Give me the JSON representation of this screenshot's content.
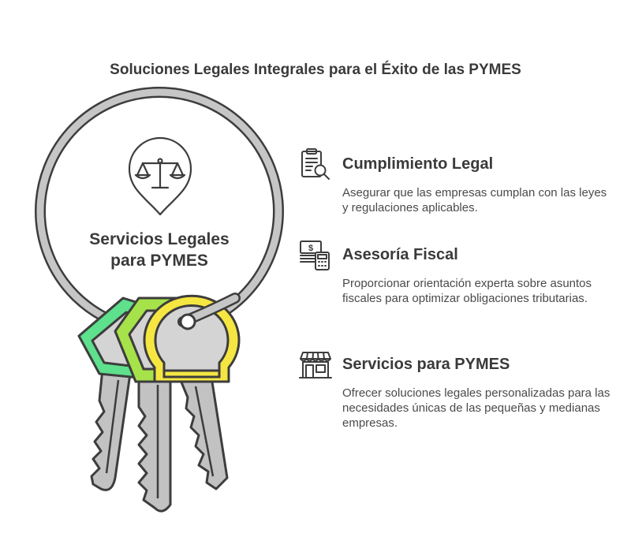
{
  "title": "Soluciones Legales Integrales para el Éxito de las PYMES",
  "ring": {
    "label_line1": "Servicios Legales",
    "label_line2": "para PYMES",
    "icon": "scales-of-justice-icon"
  },
  "items": [
    {
      "title": "Cumplimiento Legal",
      "description": "Asegurar que las empresas cumplan con las leyes y regulaciones aplicables.",
      "icon": "clipboard-search-icon"
    },
    {
      "title": "Asesoría Fiscal",
      "description": "Proporcionar orientación experta sobre asuntos fiscales para optimizar obligaciones tributarias.",
      "icon": "money-calculator-icon"
    },
    {
      "title": "Servicios para PYMES",
      "description": "Ofrecer soluciones legales personalizadas para las necesidades únicas de las pequeñas y medianas empresas.",
      "icon": "storefront-icon"
    }
  ],
  "colors": {
    "key_green": "#5ee08c",
    "key_lime": "#a6e24a",
    "key_yellow": "#f5e642",
    "metal": "#c2c2c2",
    "outline": "#3d3d3d"
  }
}
